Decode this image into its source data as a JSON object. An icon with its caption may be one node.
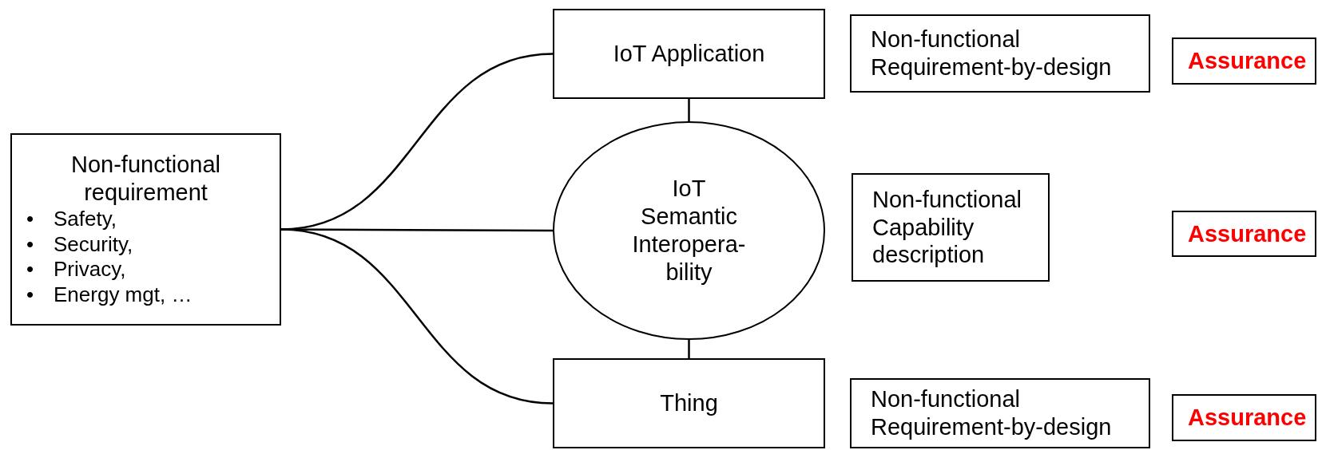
{
  "diagram": {
    "nodes": [
      {
        "text": [
          "Non-functional requirement",
          "•\tSafety,",
          "•\tSecurity,",
          "•\tPrivacy,",
          "•\tEnergy mgt, …"
        ]
      },
      {
        "text": [
          "IoT Application"
        ]
      },
      {
        "text": [
          "Non-functional Requirement-by-design"
        ]
      },
      {
        "text": [
          "Assurance"
        ]
      },
      {
        "text": [
          "IoT Semantic Interopera- bility"
        ]
      },
      {
        "text": [
          "Non-functional Capability description"
        ]
      },
      {
        "text": [
          "Assurance"
        ]
      },
      {
        "text": [
          "Thing"
        ]
      },
      {
        "text": [
          "Non-functional Requirement-by-design"
        ]
      },
      {
        "text": [
          "Assurance"
        ]
      }
    ],
    "edges": [
      {
        "from": 0,
        "to": 1,
        "arrow": "none"
      },
      {
        "from": 0,
        "to": 4,
        "arrow": "none"
      },
      {
        "from": 0,
        "to": 7,
        "arrow": "none"
      },
      {
        "from": 1,
        "to": 4,
        "arrow": "none"
      },
      {
        "from": 4,
        "to": 7,
        "arrow": "none"
      }
    ]
  }
}
